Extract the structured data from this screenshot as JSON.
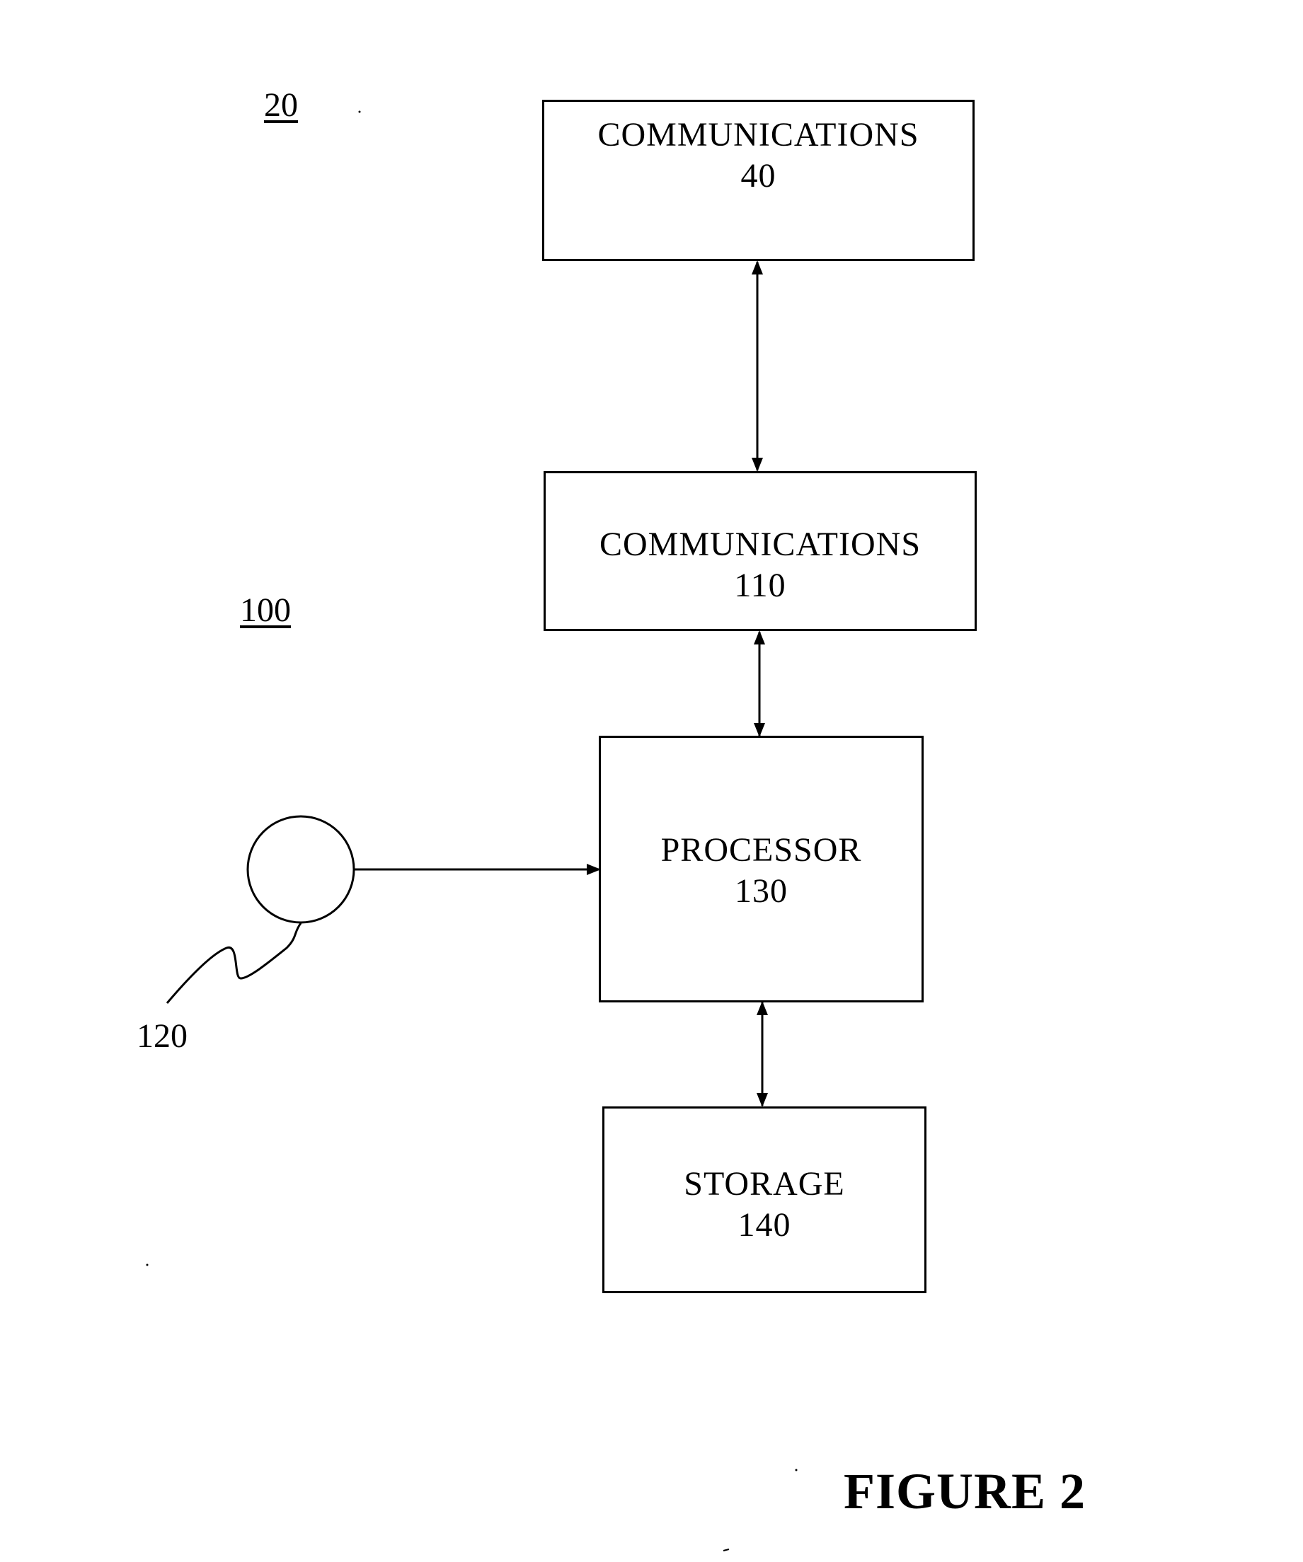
{
  "figure": {
    "caption": "FIGURE 2",
    "system_ref": "20",
    "device_ref": "100",
    "sensor_ref": "120"
  },
  "blocks": {
    "communications_40": {
      "name": "COMMUNICATIONS",
      "number": "40"
    },
    "communications_110": {
      "name": "COMMUNICATIONS",
      "number": "110"
    },
    "processor_130": {
      "name": "PROCESSOR",
      "number": "130"
    },
    "storage_140": {
      "name": "STORAGE",
      "number": "140"
    }
  },
  "connections": [
    {
      "from": "communications_40",
      "to": "communications_110",
      "direction": "bidirectional"
    },
    {
      "from": "communications_110",
      "to": "processor_130",
      "direction": "bidirectional"
    },
    {
      "from": "sensor_120",
      "to": "processor_130",
      "direction": "one-way"
    },
    {
      "from": "processor_130",
      "to": "storage_140",
      "direction": "bidirectional"
    }
  ]
}
